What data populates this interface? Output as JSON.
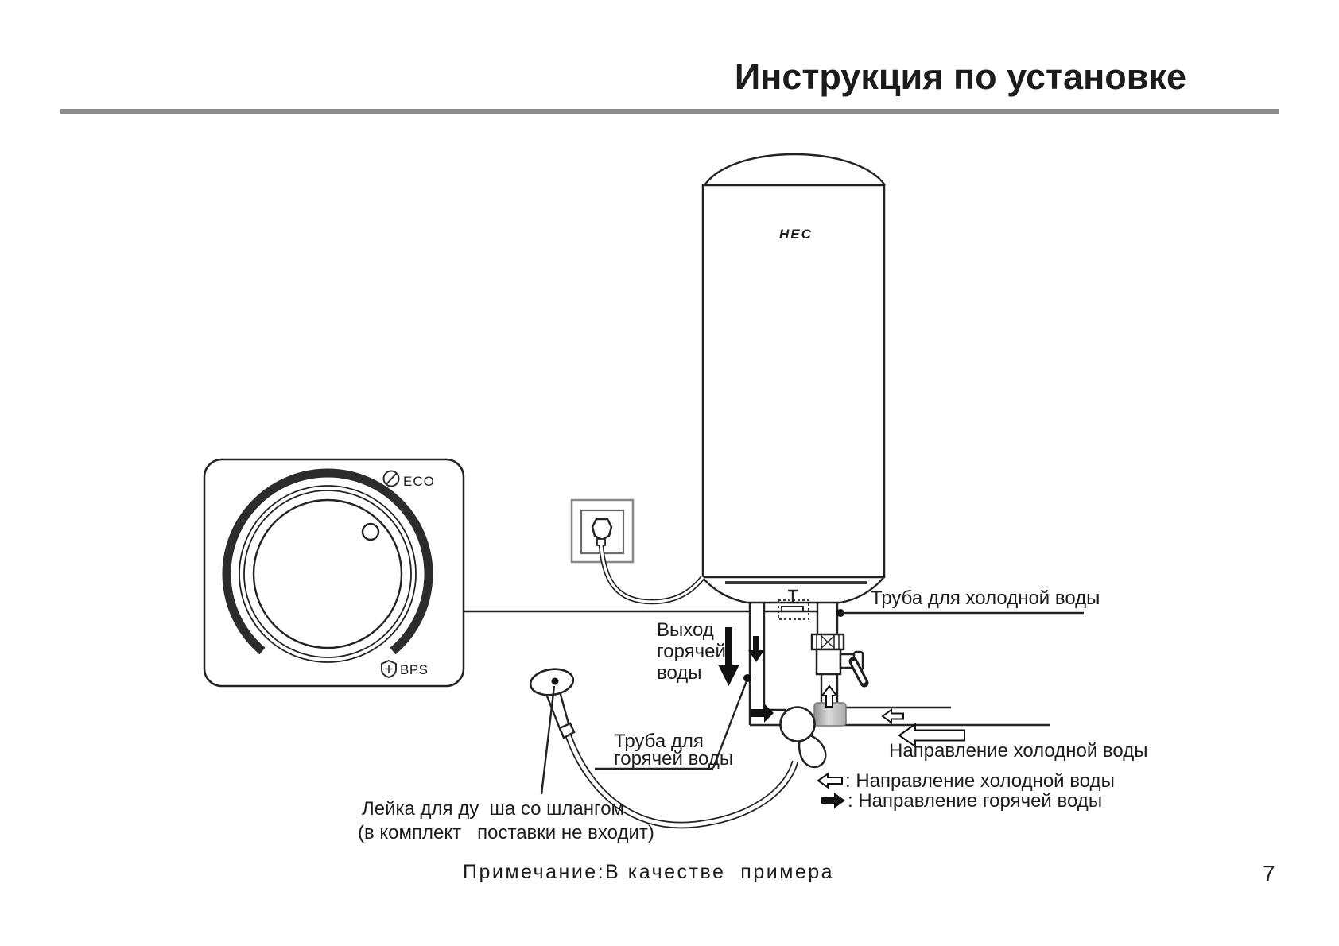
{
  "page": {
    "title": "Инструкция по установке",
    "page_number": "7",
    "note": "Примечание:В качестве  примера"
  },
  "device": {
    "brand": "HEC"
  },
  "control_panel": {
    "eco_label": "ECO",
    "bps_label": "BPS"
  },
  "labels": {
    "cold_pipe": "Труба для холодной воды",
    "hot_outlet": [
      "Выход",
      "горячей",
      "воды"
    ],
    "hot_pipe": [
      "Труба для",
      "горячей воды"
    ],
    "cold_direction_main": "Направление холодной воды",
    "legend_cold": ": Направление холодной воды",
    "legend_hot": ": Направление горячей воды",
    "shower_line1": "Лейка для ду  ша со шлангом",
    "shower_line2": "(в комплект   поставки не входит)"
  },
  "colors": {
    "rule_gray": "#8c8c8c",
    "ink": "#1c1c1c",
    "fitting_gray": "#b5b5b5"
  }
}
